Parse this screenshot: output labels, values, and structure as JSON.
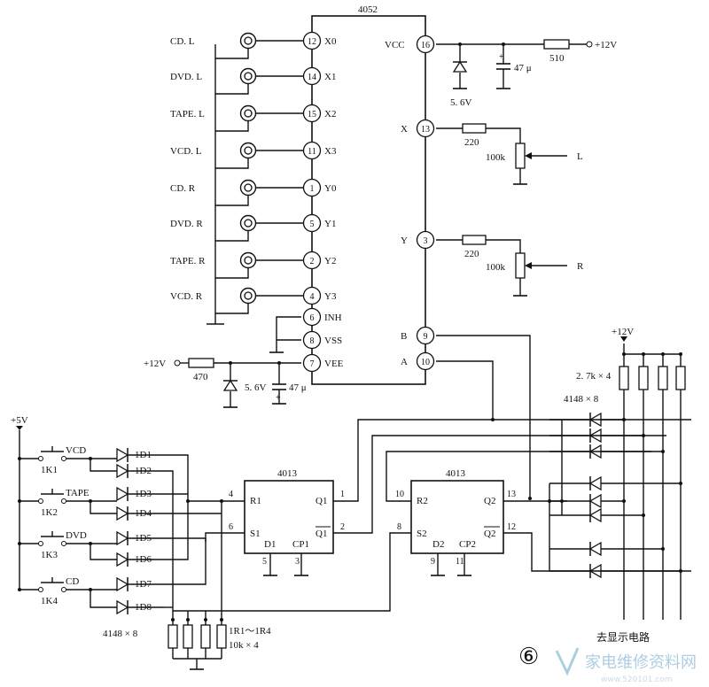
{
  "chip_4052": {
    "name": "4052",
    "left_pins": [
      {
        "num": "12",
        "label": "X0"
      },
      {
        "num": "14",
        "label": "X1"
      },
      {
        "num": "15",
        "label": "X2"
      },
      {
        "num": "11",
        "label": "X3"
      },
      {
        "num": "1",
        "label": "Y0"
      },
      {
        "num": "5",
        "label": "Y1"
      },
      {
        "num": "2",
        "label": "Y2"
      },
      {
        "num": "4",
        "label": "Y3"
      },
      {
        "num": "6",
        "label": "INH"
      },
      {
        "num": "8",
        "label": "VSS"
      },
      {
        "num": "7",
        "label": "VEE"
      }
    ],
    "right_pins": [
      {
        "num": "16",
        "label": "VCC"
      },
      {
        "num": "13",
        "label": "X"
      },
      {
        "num": "3",
        "label": "Y"
      },
      {
        "num": "9",
        "label": "B"
      },
      {
        "num": "10",
        "label": "A"
      }
    ]
  },
  "inputs": [
    "CD. L",
    "DVD. L",
    "TAPE. L",
    "VCD. L",
    "CD. R",
    "DVD. R",
    "TAPE. R",
    "VCD. R"
  ],
  "supply": {
    "vcc_label": "+12V",
    "vcc_resistor": "510",
    "vcc_zener": "5. 6V",
    "vcc_cap": "47 μ",
    "vee_label": "+12V",
    "vee_resistor": "470",
    "vee_zener": "5. 6V",
    "vee_cap": "47 μ"
  },
  "outputs": {
    "l_resistor": "220",
    "l_pot": "100k",
    "l_label": "L",
    "r_resistor": "220",
    "r_pot": "100k",
    "r_label": "R"
  },
  "indicator": {
    "supply_label": "+12V",
    "resistors_label": "2. 7k × 4",
    "diodes_label": "4148 × 8",
    "to_display": "去显示电路"
  },
  "switches": {
    "supply_label": "+5V",
    "keys": [
      {
        "name": "VCD",
        "ref": "1K1"
      },
      {
        "name": "TAPE",
        "ref": "1K2"
      },
      {
        "name": "DVD",
        "ref": "1K3"
      },
      {
        "name": "CD",
        "ref": "1K4"
      }
    ],
    "diodes": [
      "1D1",
      "1D2",
      "1D3",
      "1D4",
      "1D5",
      "1D6",
      "1D7",
      "1D8"
    ],
    "diode_note": "4148 × 8",
    "pulldown_label_1": "1R1～1R4",
    "pulldown_label_2": "10k × 4"
  },
  "ff1": {
    "name": "4013",
    "r": "R1",
    "s": "S1",
    "q": "Q1",
    "qb": "Q1",
    "d": "D1",
    "cp": "CP1",
    "pin_r": "4",
    "pin_s": "6",
    "pin_q": "1",
    "pin_qb": "2",
    "pin_d": "5",
    "pin_cp": "3"
  },
  "ff2": {
    "name": "4013",
    "r": "R2",
    "s": "S2",
    "q": "Q2",
    "qb": "Q2",
    "d": "D2",
    "cp": "CP2",
    "pin_r": "10",
    "pin_s": "8",
    "pin_q": "13",
    "pin_qb": "12",
    "pin_d": "9",
    "pin_cp": "11"
  },
  "figure_number": "⑥",
  "watermark": {
    "title": "家电维修资料网",
    "url": "www.520101.com"
  }
}
